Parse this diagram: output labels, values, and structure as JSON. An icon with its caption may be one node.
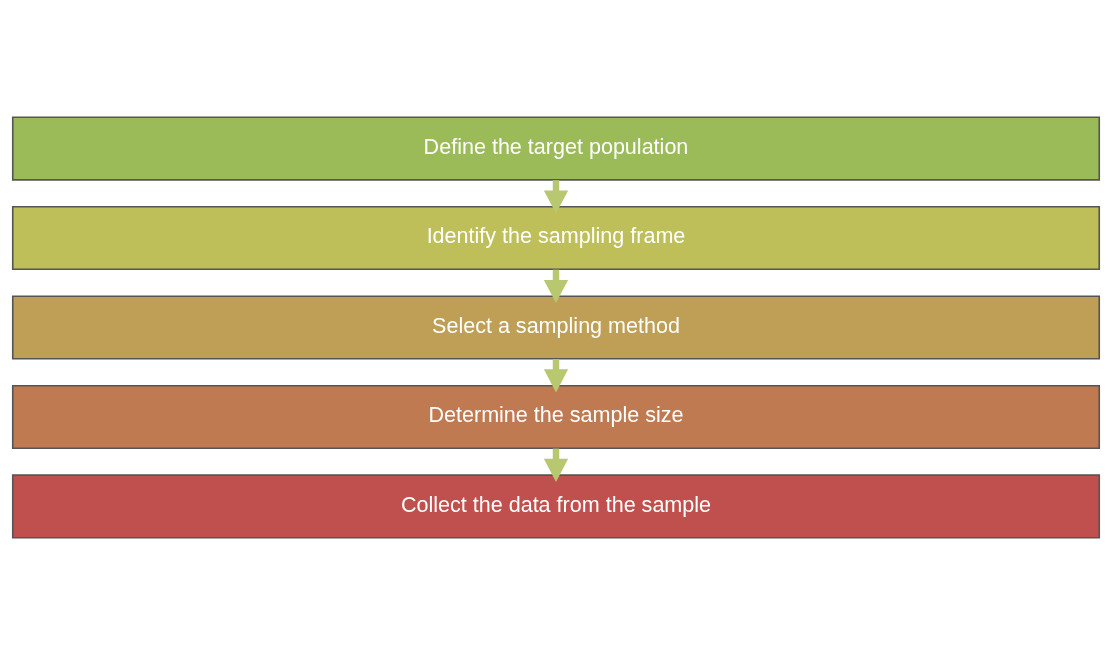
{
  "diagram": {
    "nodes": [
      {
        "text": [
          "Define the target population"
        ]
      },
      {
        "text": [
          "Identify the sampling frame"
        ]
      },
      {
        "text": [
          "Select a sampling method"
        ]
      },
      {
        "text": [
          "Determine the sample size"
        ]
      },
      {
        "text": [
          "Collect the data from the sample"
        ]
      }
    ],
    "edges": [
      {
        "from": 0,
        "to": 1,
        "arrow": "to"
      },
      {
        "from": 1,
        "to": 2,
        "arrow": "to"
      },
      {
        "from": 2,
        "to": 3,
        "arrow": "to"
      },
      {
        "from": 3,
        "to": 4,
        "arrow": "to"
      }
    ]
  }
}
